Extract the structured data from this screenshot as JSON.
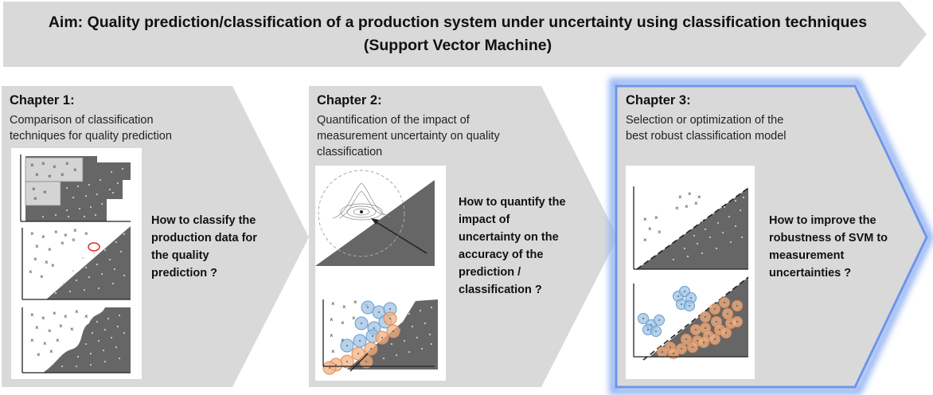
{
  "aim": {
    "line1": "Aim: Quality prediction/classification of a production system under uncertainty using classification techniques",
    "line2": "(Support Vector Machine)"
  },
  "chapters": [
    {
      "title": "Chapter 1:",
      "desc_lines": [
        "Comparison of classification",
        "techniques for quality prediction"
      ],
      "question_lines": [
        "How to classify the",
        "production data for",
        "the quality",
        "prediction ?"
      ]
    },
    {
      "title": "Chapter 2:",
      "desc_lines": [
        "Quantification of the impact of",
        "measurement uncertainty on quality",
        "classification"
      ],
      "question_lines": [
        "How to quantify the",
        "impact of",
        "uncertainty on the",
        "accuracy of the",
        "prediction /",
        "classification ?"
      ]
    },
    {
      "title": "Chapter 3:",
      "desc_lines": [
        "Selection or optimization of the",
        "best robust classification model"
      ],
      "question_lines": [
        "How to improve the",
        "robustness of SVM to",
        "measurement",
        "uncertainties ?"
      ]
    }
  ],
  "colors": {
    "arrow_fill": "#d9d9d9",
    "region_dark": "#666666",
    "highlight_glow": "#8fb0f2",
    "circle_blue": "#9ec3e6",
    "circle_orange": "#f4b183",
    "marker_red": "#e03030"
  }
}
